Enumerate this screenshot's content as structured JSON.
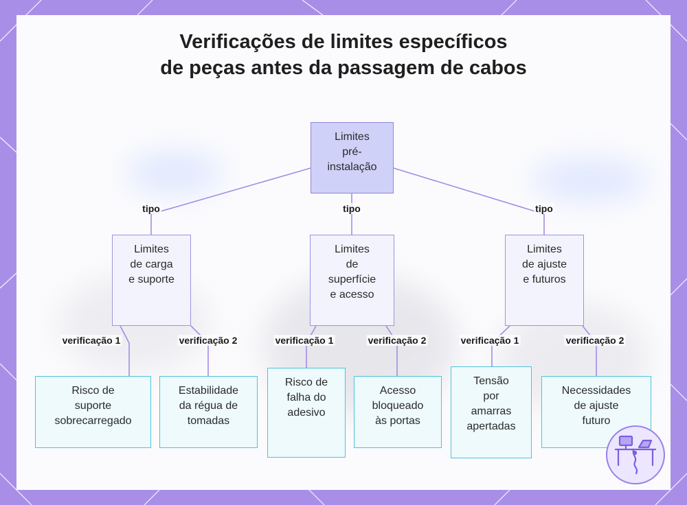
{
  "title": {
    "line1": "Verificações de limites específicos",
    "line2": "de peças antes da passagem de cabos"
  },
  "root": {
    "label": "Limites\npré-\ninstalação"
  },
  "edge_labels": {
    "tipo": "tipo",
    "check1": "verificação 1",
    "check2": "verificação 2"
  },
  "categories": [
    {
      "label": "Limites\nde carga\ne suporte",
      "checks": [
        "Risco de\nsuporte\nsobrecarregado",
        "Estabilidade\nda régua de\ntomadas"
      ]
    },
    {
      "label": "Limites\nde\nsuperfície\ne acesso",
      "checks": [
        "Risco de\nfalha do\nadesivo",
        "Acesso\nbloqueado\nàs portas"
      ]
    },
    {
      "label": "Limites\nde ajuste\ne futuros",
      "checks": [
        "Tensão\npor\namarras\napertadas",
        "Necessidades\nde ajuste\nfuturo"
      ]
    }
  ],
  "colors": {
    "frame": "#a98ee8",
    "root_fill": "#cfd1f8",
    "node_border": "#9c92e0",
    "leaf_border": "#4dc3d9",
    "edge": "#a58be6"
  },
  "badge_icon": "desk-setup-icon"
}
